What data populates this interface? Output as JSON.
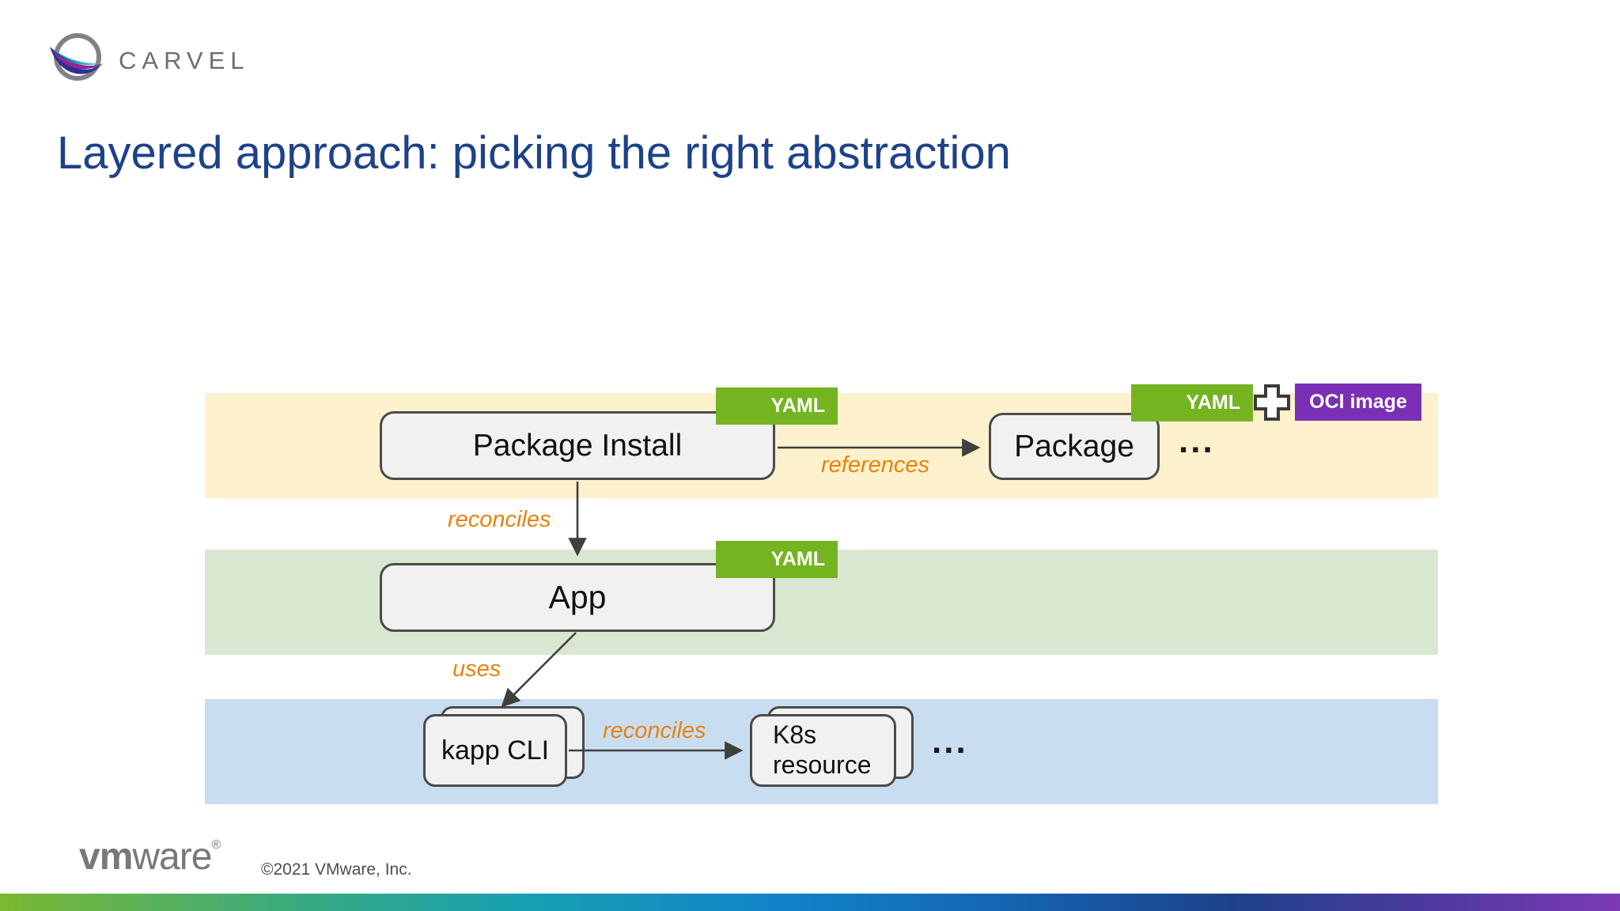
{
  "header": {
    "brand": "CARVEL"
  },
  "title": "Layered approach: picking the right abstraction",
  "diagram": {
    "nodes": {
      "package_install": "Package Install",
      "package": "Package",
      "app": "App",
      "kapp_cli": "kapp CLI",
      "k8s_resource": "K8s\nresource"
    },
    "tags": {
      "yaml": "YAML",
      "oci": "OCI image"
    },
    "labels": {
      "references": "references",
      "reconciles_top": "reconciles",
      "uses": "uses",
      "reconciles_bottom": "reconciles"
    },
    "ellipsis_top": "...",
    "ellipsis_bottom": "..."
  },
  "footer": {
    "logo_vm": "vm",
    "logo_ware": "ware",
    "registered": "®",
    "copyright": "©2021 VMware, Inc."
  },
  "colors": {
    "title": "#1d428a",
    "band_yellow": "#fdf0cc",
    "band_green": "#d9e7d1",
    "band_blue": "#c9ddf0",
    "tag_green": "#74b421",
    "tag_purple": "#7b2fb5",
    "label_orange": "#e8820e"
  }
}
